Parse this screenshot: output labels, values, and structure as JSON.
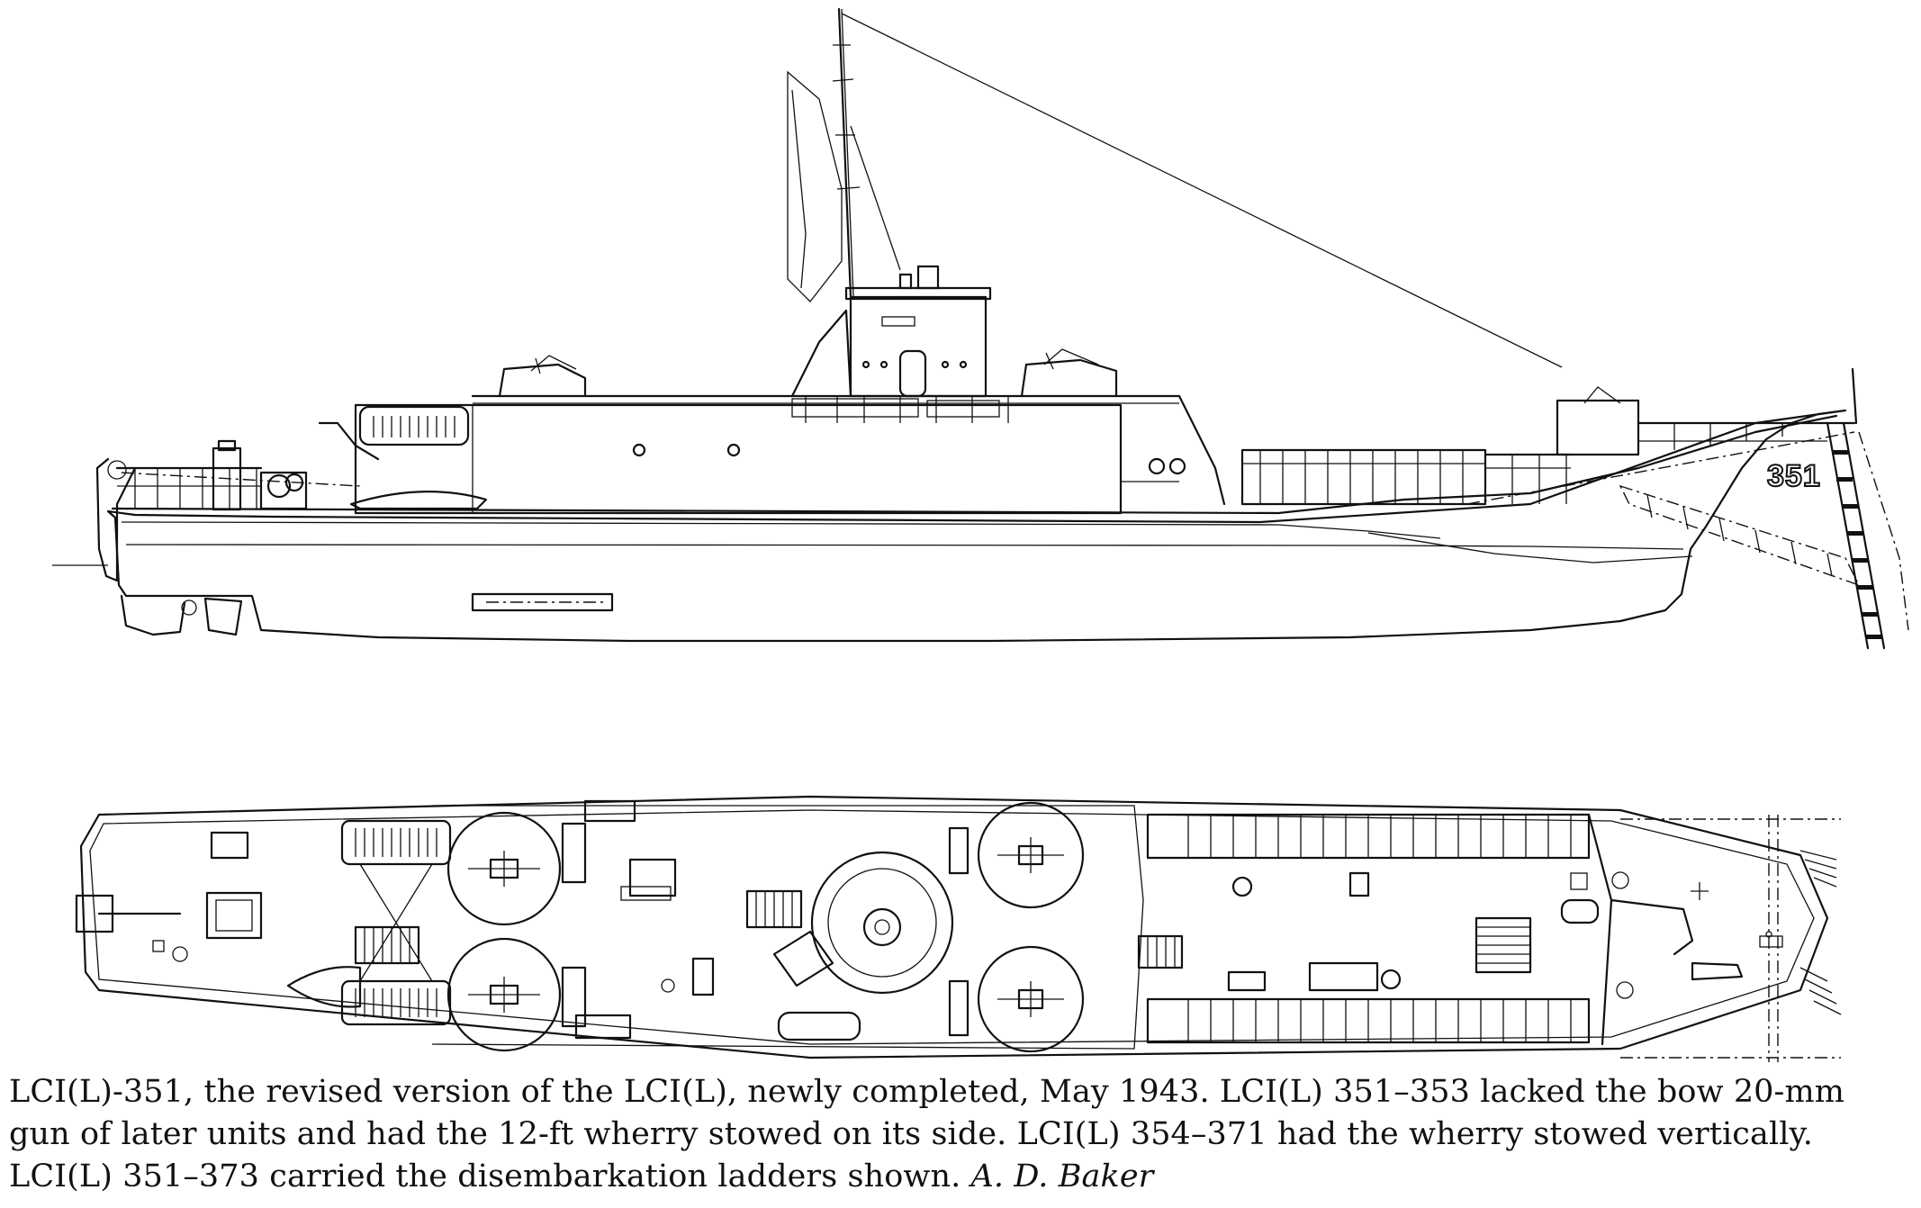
{
  "figure": {
    "hull_number": "351",
    "caption": {
      "text": "LCI(L)-351, the revised version of the LCI(L), newly completed, May 1943. LCI(L) 351–353 lacked the bow 20-mm gun of later units and had the 12-ft wherry stowed on its side. LCI(L) 354–371 had the wherry stowed vertically. LCI(L) 351–373 carried the disembarkation ladders shown.",
      "credit": "A. D. Baker"
    }
  }
}
